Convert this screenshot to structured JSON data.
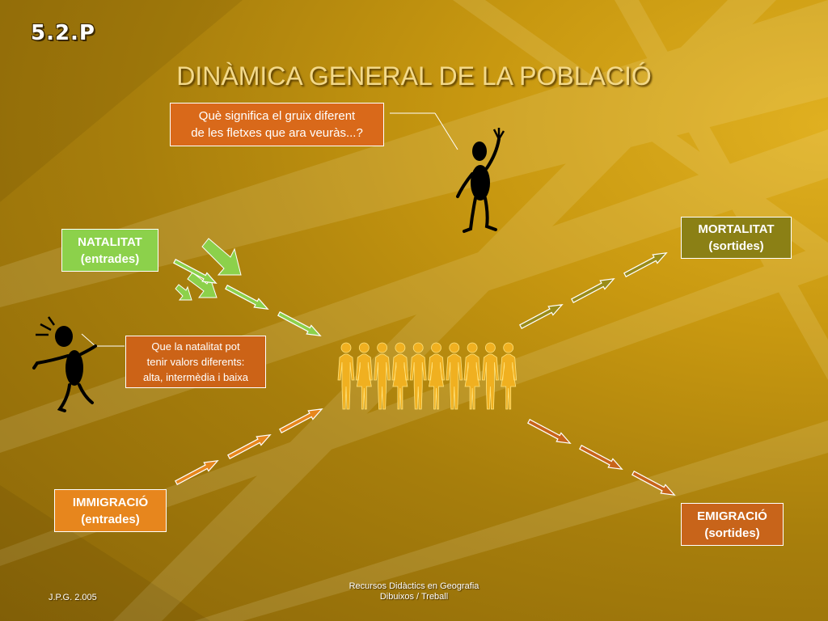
{
  "slide": {
    "code": "5.2.P",
    "title": "DINÀMICA GENERAL DE LA POBLACIÓ"
  },
  "questions": {
    "top_line1": "Què significa el gruix diferent",
    "top_line2": "de les fletxes que ara veuràs...?",
    "answer_line1": "Que la natalitat pot",
    "answer_line2": "tenir valors diferents:",
    "answer_line3": "alta, intermèdia i baixa"
  },
  "boxes": {
    "natalitat": {
      "label": "NATALITAT",
      "sub": "(entrades)"
    },
    "immigracio": {
      "label": "IMMIGRACIÓ",
      "sub": "(entrades)"
    },
    "mortalitat": {
      "label": "MORTALITAT",
      "sub": "(sortides)"
    },
    "emigracio": {
      "label": "EMIGRACIÓ",
      "sub": "(sortides)"
    }
  },
  "footer": {
    "author": "J.P.G. 2.005",
    "line1": "Recursos Didàctics en Geografia",
    "line2": "Dibuixos / Treball"
  },
  "colors": {
    "natalitat": "#8cd14b",
    "immigracio": "#e7861d",
    "mortalitat": "#8b8015",
    "emigracio": "#c8641a",
    "population": "#f0b020"
  },
  "icons": [
    "stick-figure-waving-icon",
    "stick-figure-shouting-icon",
    "population-people-icon"
  ]
}
